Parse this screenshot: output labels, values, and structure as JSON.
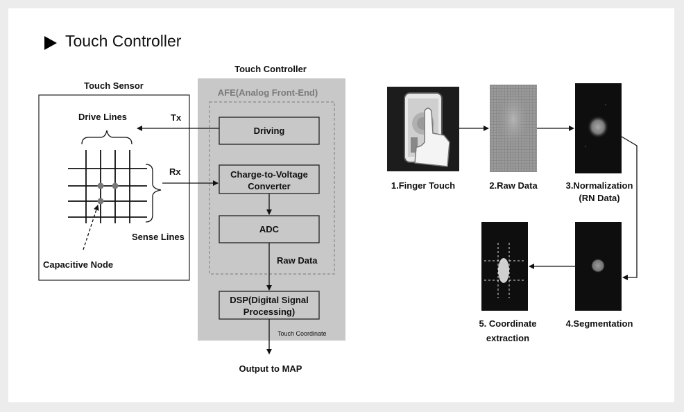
{
  "header": {
    "title": "Touch Controller"
  },
  "left_diagram": {
    "touch_sensor_title": "Touch Sensor",
    "touch_controller_title": "Touch Controller",
    "afe_label": "AFE(Analog Front-End)",
    "drive_lines": "Drive Lines",
    "sense_lines": "Sense Lines",
    "capacitive_node": "Capacitive Node",
    "tx": "Tx",
    "rx": "Rx",
    "driving": "Driving",
    "ctv_line1": "Charge-to-Voltage",
    "ctv_line2": "Converter",
    "adc": "ADC",
    "raw_data": "Raw Data",
    "dsp_line1": "DSP(Digital Signal",
    "dsp_line2": "Processing)",
    "touch_coordinate": "Touch Coordinate",
    "output": "Output to MAP"
  },
  "right_diagram": {
    "step1": "1.Finger Touch",
    "step2": "2.Raw Data",
    "step3_line1": "3.Normalization",
    "step3_line2": "(RN Data)",
    "step4": "4.Segmentation",
    "step5_line1": "5. Coordinate",
    "step5_line2": "extraction"
  },
  "colors": {
    "controller_bg": "#c8c8c8",
    "afe_label": "#7a7a7a",
    "node": "#7a7a7a",
    "panel_dark": "#0e0e0e"
  }
}
